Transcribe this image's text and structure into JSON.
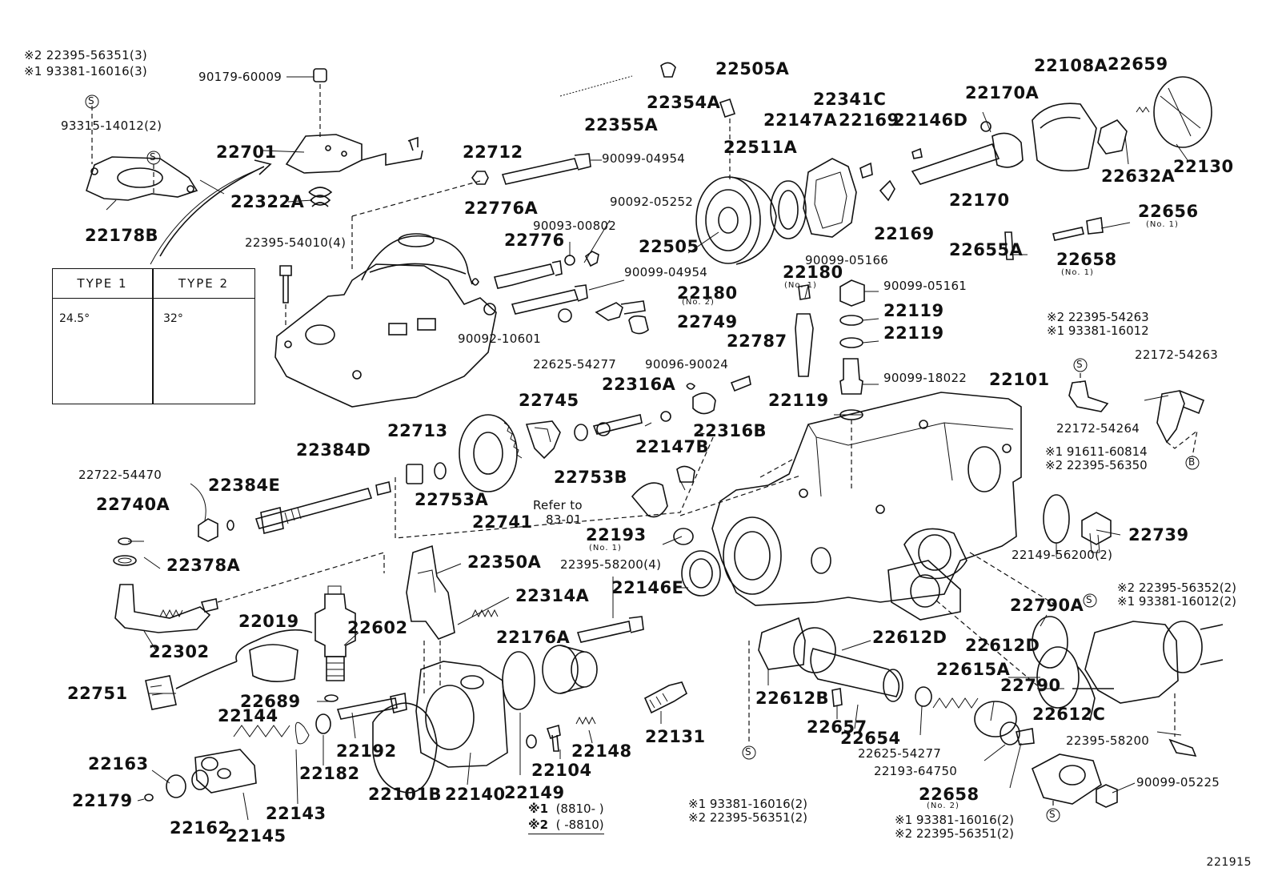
{
  "labels": [
    {
      "t": "※2 22395-56351(3)"
    },
    {
      "t": "※1 93381-16016(3)"
    },
    {
      "t": "90179-60009"
    },
    {
      "t": "93315-14012(2)"
    },
    {
      "t": "22701"
    },
    {
      "t": "22322A"
    },
    {
      "t": "22178B"
    },
    {
      "t": "22355A"
    },
    {
      "t": "22354A"
    },
    {
      "t": "22505A"
    },
    {
      "t": "22712"
    },
    {
      "t": "90099-04954"
    },
    {
      "t": "22341C"
    },
    {
      "t": "22147A"
    },
    {
      "t": "22169"
    },
    {
      "t": "22146D"
    },
    {
      "t": "22511A"
    },
    {
      "t": "22170A"
    },
    {
      "t": "22108A"
    },
    {
      "t": "22659"
    },
    {
      "t": "22632A"
    },
    {
      "t": "22130"
    },
    {
      "t": "22170"
    },
    {
      "t": "90092-05252"
    },
    {
      "t": "22776A"
    },
    {
      "t": "90093-00802"
    },
    {
      "t": "22776"
    },
    {
      "t": "22505"
    },
    {
      "t": "22395-54010(4)"
    },
    {
      "t": "90099-04954"
    },
    {
      "t": "22169"
    },
    {
      "t": "90099-05166"
    },
    {
      "t": "22656"
    },
    {
      "t": "22655A"
    },
    {
      "t": "22658"
    },
    {
      "t": "22180"
    },
    {
      "t": "22180"
    },
    {
      "t": "90099-05161"
    },
    {
      "t": "22119"
    },
    {
      "t": "22119"
    },
    {
      "t": "22749"
    },
    {
      "t": "90092-10601"
    },
    {
      "t": "22625-54277"
    },
    {
      "t": "90096-90024"
    },
    {
      "t": "22787"
    },
    {
      "t": "90099-18022"
    },
    {
      "t": "22316A"
    },
    {
      "t": "22745"
    },
    {
      "t": "22119"
    },
    {
      "t": "22101"
    },
    {
      "t": "22316B"
    },
    {
      "t": "22147B"
    },
    {
      "t": "22713"
    },
    {
      "t": "22753B"
    },
    {
      "t": "22384D"
    },
    {
      "t": "22753A"
    },
    {
      "t": "22741"
    },
    {
      "t": "22722-54470"
    },
    {
      "t": "22384E"
    },
    {
      "t": "22740A"
    },
    {
      "t": "Refer to"
    },
    {
      "t": "83-01"
    },
    {
      "t": "22193"
    },
    {
      "t": "22378A"
    },
    {
      "t": "22350A"
    },
    {
      "t": "22395-58200(4)"
    },
    {
      "t": "22146E"
    },
    {
      "t": "22314A"
    },
    {
      "t": "22302"
    },
    {
      "t": "22019"
    },
    {
      "t": "22602"
    },
    {
      "t": "22176A"
    },
    {
      "t": "22612D"
    },
    {
      "t": "22751"
    },
    {
      "t": "22689"
    },
    {
      "t": "22144"
    },
    {
      "t": "22163"
    },
    {
      "t": "22179"
    },
    {
      "t": "22162"
    },
    {
      "t": "22145"
    },
    {
      "t": "22143"
    },
    {
      "t": "22182"
    },
    {
      "t": "22192"
    },
    {
      "t": "22101B"
    },
    {
      "t": "22140"
    },
    {
      "t": "22149"
    },
    {
      "t": "22104"
    },
    {
      "t": "22148"
    },
    {
      "t": "22131"
    },
    {
      "t": "22612B"
    },
    {
      "t": "22657"
    },
    {
      "t": "22654"
    },
    {
      "t": "22625-54277"
    },
    {
      "t": "22193-64750"
    },
    {
      "t": "22658"
    },
    {
      "t": "22615A"
    },
    {
      "t": "22612D"
    },
    {
      "t": "22790"
    },
    {
      "t": "22612C"
    },
    {
      "t": "22790A"
    },
    {
      "t": "22395-58200"
    },
    {
      "t": "90099-05225"
    },
    {
      "t": "22739"
    },
    {
      "t": "22149-56200(2)"
    },
    {
      "t": "22172-54263"
    },
    {
      "t": "22172-54264"
    }
  ],
  "sub": [
    "(No. 2)",
    "(No. 1)",
    "(No. 1)",
    "(No. 1)",
    "(No. 1)",
    "(No. 2)"
  ],
  "notes": {
    "n1": [
      "※2 22395-54263",
      "※1 93381-16012"
    ],
    "n2": [
      "※1 91611-60814",
      "※2 22395-56350"
    ],
    "n3": [
      "※2 22395-56352(2)",
      "※1 93381-16012(2)"
    ],
    "n4": [
      "※1 93381-16016(2)",
      "※2 22395-56351(2)"
    ],
    "n5": [
      "※1 93381-16016(2)",
      "※2 22395-56351(2)"
    ]
  },
  "type_box": {
    "type1": "TYPE 1",
    "type2": "TYPE 2",
    "angle1": "24.5°",
    "angle2": "32°"
  },
  "legend": {
    "r1_key": "※1",
    "r1_val": "(8810-    )",
    "r2_key": "※2",
    "r2_val": "(     -8810)"
  },
  "figure_ref": "221915"
}
